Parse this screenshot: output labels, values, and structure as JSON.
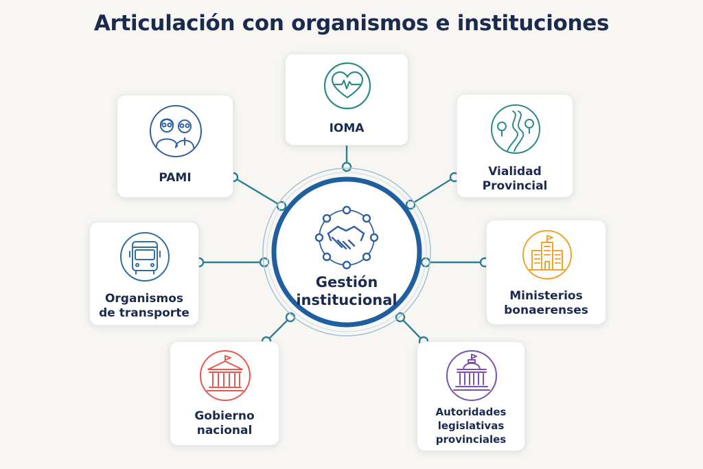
{
  "title": "Articulación con organismos e instituciones",
  "hub": {
    "label": "Gestión\ninstitucional",
    "icon": "handshake-network-icon"
  },
  "nodes": [
    {
      "id": "ioma",
      "label": "IOMA",
      "icon": "heart-pulse-icon",
      "color": "#2a8a86"
    },
    {
      "id": "pami",
      "label": "PAMI",
      "icon": "elderly-couple-icon",
      "color": "#2f5f9e"
    },
    {
      "id": "vialidad",
      "label": "Vialidad\nProvincial",
      "icon": "road-trees-icon",
      "color": "#2a8a86"
    },
    {
      "id": "transporte",
      "label": "Organismos\nde transporte",
      "icon": "bus-icon",
      "color": "#2f6fa0"
    },
    {
      "id": "ministerios",
      "label": "Ministerios\nbonaerenses",
      "icon": "government-building-icon",
      "color": "#f0a32a"
    },
    {
      "id": "gobierno",
      "label": "Gobierno\nnacional",
      "icon": "capitol-columns-icon",
      "color": "#e8564a"
    },
    {
      "id": "autoridades",
      "label": "Autoridades\nlegislativas\nprovinciales",
      "icon": "legislature-dome-icon",
      "color": "#7a4fb0"
    }
  ]
}
